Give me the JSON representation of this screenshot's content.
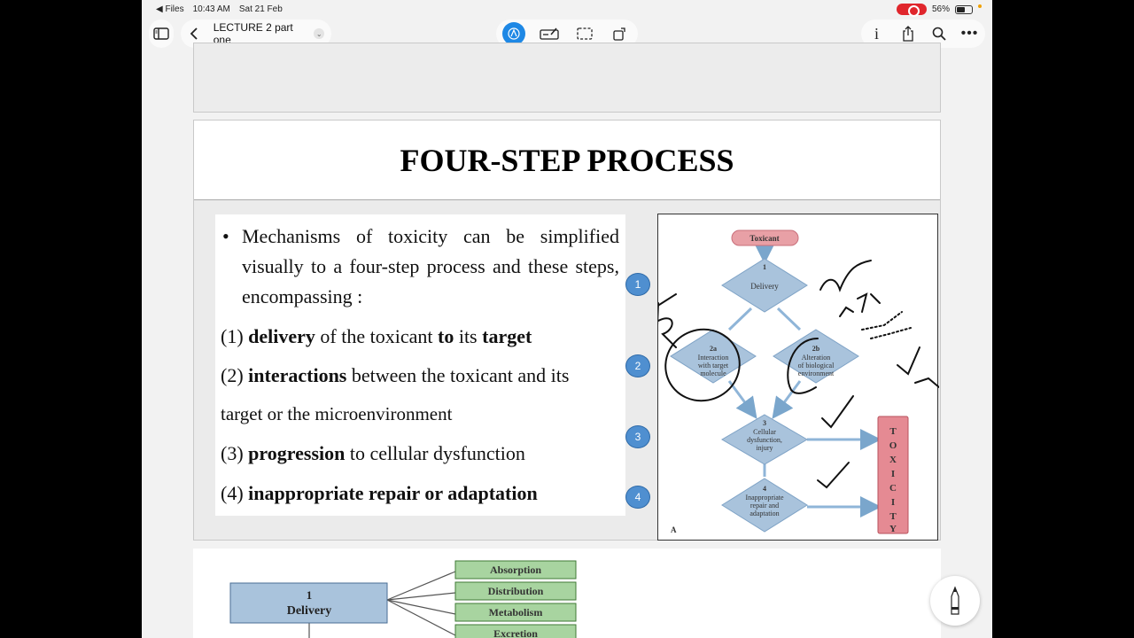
{
  "status_bar": {
    "back_app": "◀ Files",
    "time": "10:43 AM",
    "date": "Sat 21 Feb",
    "battery": "56%"
  },
  "toolbar": {
    "document_title": "LECTURE 2 part one"
  },
  "slide": {
    "title": "FOUR-STEP PROCESS",
    "bullet": "Mechanisms of toxicity can be simplified visually to a four-step process and these steps, encompassing :",
    "steps": [
      {
        "pre": "(1) ",
        "b1": "delivery",
        "mid": " of the toxicant ",
        "b2": "to",
        "mid2": " its ",
        "b3": "target"
      },
      {
        "pre": "(2) ",
        "b1": "interactions",
        "mid": " between the toxicant and its"
      },
      {
        "line2": "target or the microenvironment"
      },
      {
        "pre": "(3) ",
        "b1": "progression",
        "mid": " to cellular dysfunction"
      },
      {
        "pre": " (4) ",
        "b1": "inappropriate repair or adaptation"
      }
    ],
    "step_markers": [
      "1",
      "2",
      "3",
      "4"
    ]
  },
  "diagram": {
    "toxicant": "Toxicant",
    "delivery_num": "1",
    "delivery": "Delivery",
    "n2a_num": "2a",
    "n2a_l1": "Interaction",
    "n2a_l2": "with target",
    "n2a_l3": "molecule",
    "n2b_num": "2b",
    "n2b_l1": "Alteration",
    "n2b_l2": "of biological",
    "n2b_l3": "environment",
    "n3_num": "3",
    "n3_l1": "Cellular",
    "n3_l2": "dysfunction,",
    "n3_l3": "injury",
    "n4_num": "4",
    "n4_l1": "Inappropriate",
    "n4_l2": "repair and",
    "n4_l3": "adaptation",
    "toxicity_letters": [
      "T",
      "O",
      "X",
      "I",
      "C",
      "I",
      "T",
      "Y"
    ],
    "panel_label": "A"
  },
  "next_slide": {
    "delivery_num": "1",
    "delivery": "Delivery",
    "branches": [
      "Absorption",
      "Distribution",
      "Metabolism",
      "Excretion"
    ]
  },
  "colors": {
    "accent_blue": "#1e88e5",
    "diamond_fill": "#a9c3dc",
    "toxicant_fill": "#e8a0a6",
    "branch_fill": "#a8d4a0"
  }
}
